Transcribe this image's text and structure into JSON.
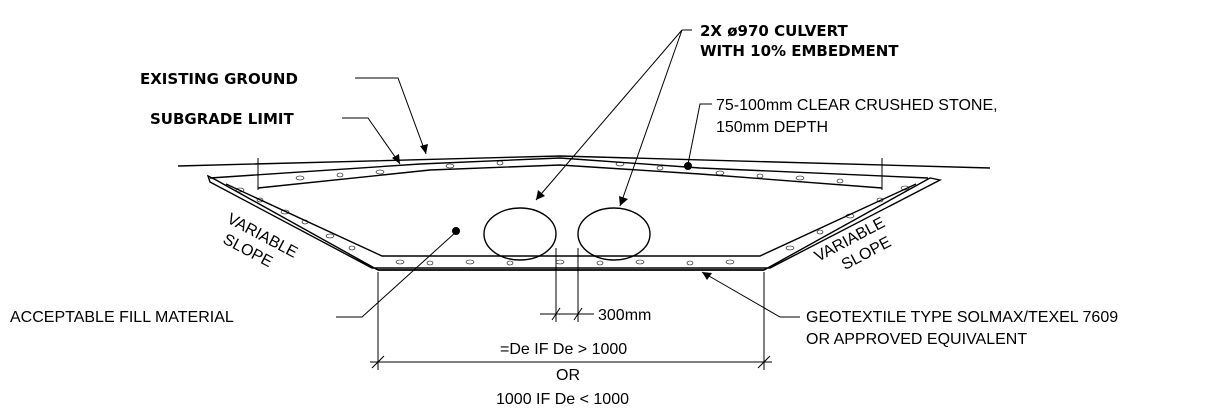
{
  "labels": {
    "culvert_line1": "2X ø970 CULVERT",
    "culvert_line2": "WITH 10% EMBEDMENT",
    "existing_ground": "EXISTING GROUND",
    "subgrade_limit": "SUBGRADE LIMIT",
    "stone_line1": "75-100mm CLEAR CRUSHED STONE,",
    "stone_line2": "150mm DEPTH",
    "variable_slope_left_1": "VARIABLE",
    "variable_slope_left_2": "SLOPE",
    "variable_slope_right_1": "VARIABLE",
    "variable_slope_right_2": "SLOPE",
    "fill_material": "ACCEPTABLE FILL MATERIAL",
    "spacing": "300mm",
    "width_line1": "=De IF De > 1000",
    "width_line2": "OR",
    "width_line3": "1000 IF De < 1000",
    "geotextile_line1": "GEOTEXTILE TYPE SOLMAX/TEXEL 7609",
    "geotextile_line2": "OR APPROVED EQUIVALENT"
  }
}
